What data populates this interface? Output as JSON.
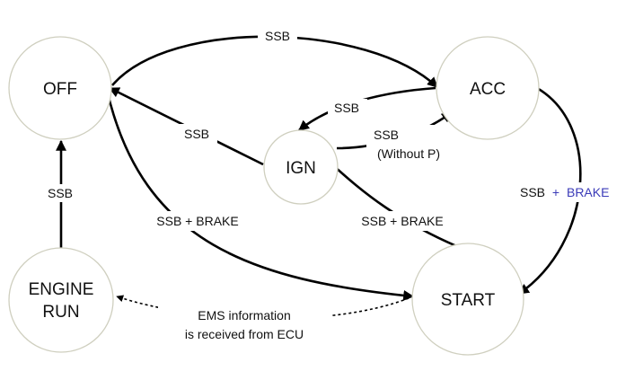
{
  "diagram": {
    "nodes": {
      "off": [
        "OFF"
      ],
      "acc": [
        "ACC"
      ],
      "ign": [
        "IGN"
      ],
      "start": [
        "START"
      ],
      "engine_run": [
        "ENGINE",
        "RUN"
      ]
    },
    "edges": {
      "off_to_acc": [
        "SSB"
      ],
      "acc_to_ign": [
        "SSB"
      ],
      "ign_to_acc": [
        "SSB",
        "(Without P)"
      ],
      "ign_to_off": [
        "SSB"
      ],
      "off_to_start": [
        "SSB + BRAKE"
      ],
      "ign_to_start": [
        "SSB + BRAKE"
      ],
      "acc_to_start": [
        "SSB",
        "+",
        "BRAKE"
      ],
      "engine_run_to_off": [
        "SSB"
      ],
      "start_to_engine_run": [
        "EMS information",
        "is received from ECU"
      ]
    },
    "colors": {
      "line": "#000000",
      "node_border": "#cfcfbf",
      "brake_accent": "#3a3ab8"
    }
  }
}
